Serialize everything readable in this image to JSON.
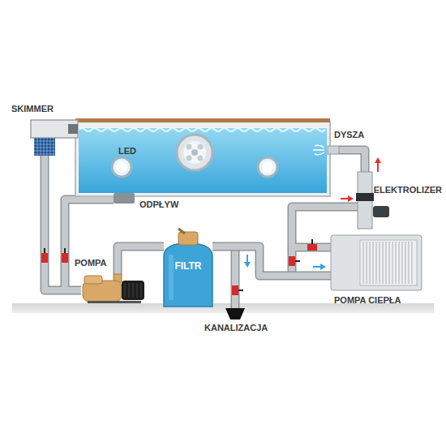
{
  "diagram": {
    "nodes": [
      {
        "text": [
          "POMPA"
        ]
      },
      {
        "text": [
          "FILTR"
        ]
      },
      {
        "text": [
          "POMPA CIEPŁA"
        ]
      }
    ],
    "edges": [
      {
        "from": 0,
        "to": 1,
        "arrow": "none"
      },
      {
        "from": 1,
        "to": 2,
        "arrow": "none"
      }
    ],
    "labels": [
      "SKIMMER",
      "LED",
      "DYSZA",
      "ELEKTROLIZER",
      "ODPŁYW",
      "KANALIZACJA"
    ]
  }
}
